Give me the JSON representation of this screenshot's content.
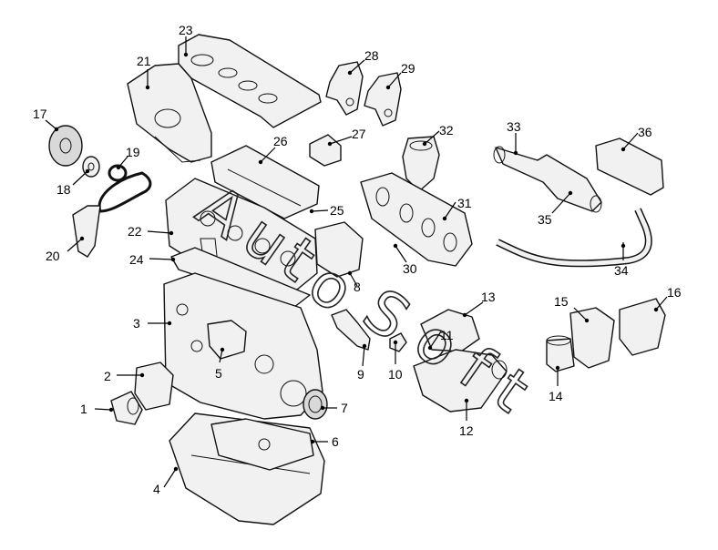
{
  "callouts": [
    "1",
    "2",
    "3",
    "4",
    "5",
    "6",
    "7",
    "8",
    "9",
    "10",
    "11",
    "12",
    "13",
    "14",
    "15",
    "16",
    "17",
    "18",
    "19",
    "20",
    "21",
    "22",
    "23",
    "24",
    "25",
    "26",
    "27",
    "28",
    "29",
    "30",
    "31",
    "32",
    "33",
    "34",
    "35",
    "36"
  ],
  "watermark": {
    "letters": [
      "A",
      "u",
      "t",
      "o",
      "S",
      "o",
      "f",
      "t"
    ]
  }
}
